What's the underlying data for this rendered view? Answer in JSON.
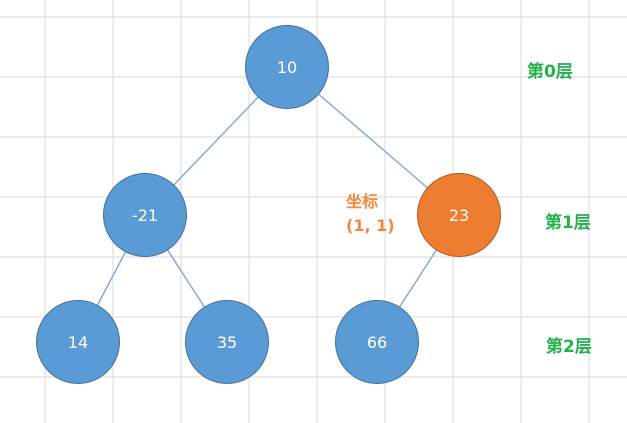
{
  "tree": {
    "nodes": [
      {
        "id": "root",
        "value": "10",
        "level": 0,
        "highlight": false
      },
      {
        "id": "l1a",
        "value": "-21",
        "level": 1,
        "highlight": false
      },
      {
        "id": "l1b",
        "value": "23",
        "level": 1,
        "highlight": true
      },
      {
        "id": "l2a",
        "value": "14",
        "level": 2,
        "highlight": false
      },
      {
        "id": "l2b",
        "value": "35",
        "level": 2,
        "highlight": false
      },
      {
        "id": "l2c",
        "value": "66",
        "level": 2,
        "highlight": false
      }
    ],
    "edges": [
      [
        "root",
        "l1a"
      ],
      [
        "root",
        "l1b"
      ],
      [
        "l1a",
        "l2a"
      ],
      [
        "l1a",
        "l2b"
      ],
      [
        "l1b",
        "l2c"
      ]
    ]
  },
  "levels": [
    "第0层",
    "第1层",
    "第2层"
  ],
  "annotation": {
    "line1": "坐标",
    "line2": "(1, 1)"
  },
  "colors": {
    "node_fill": "#5b9bd5",
    "highlight_fill": "#ed7d31",
    "level_label": "#22b14c",
    "annotation": "#f4883b",
    "edge": "#7aa9d6",
    "grid": "#d9d9d9"
  }
}
